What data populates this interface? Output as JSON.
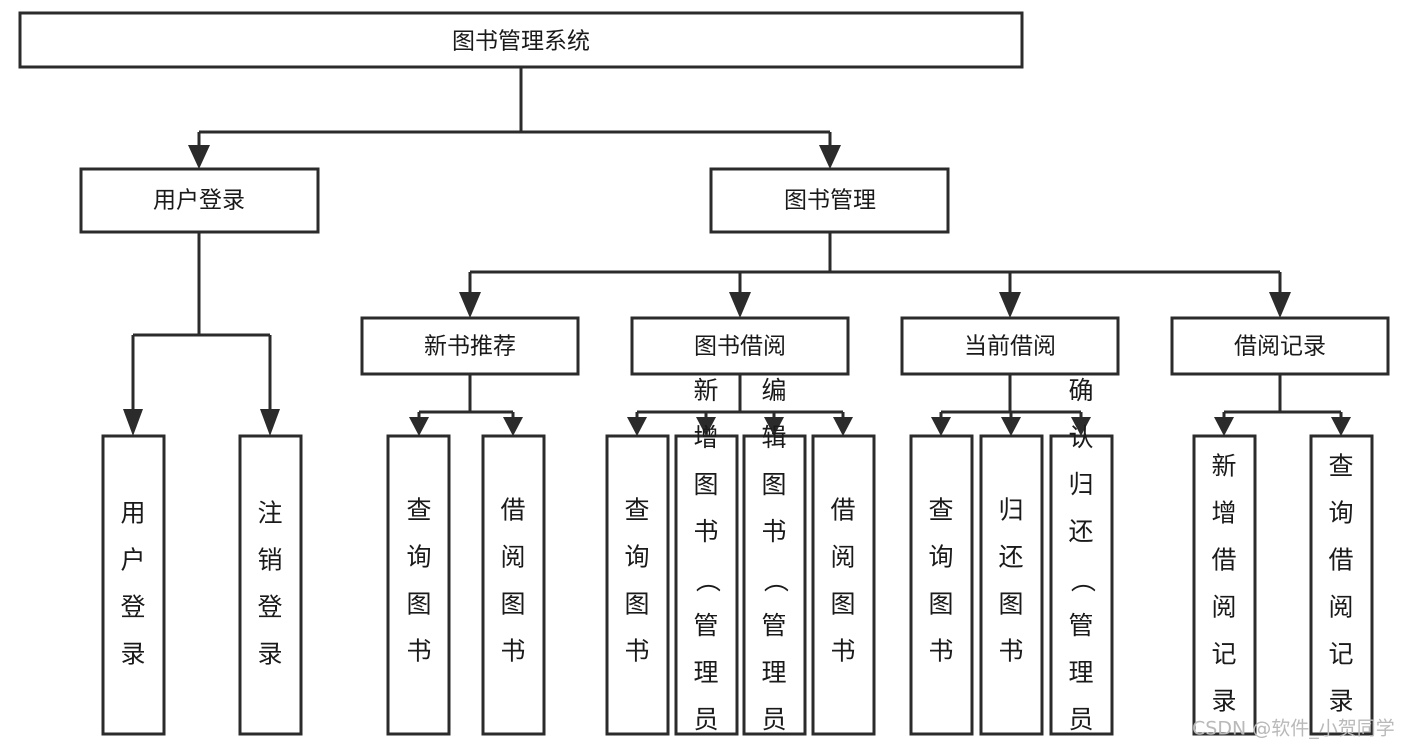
{
  "diagram": {
    "type": "tree-hierarchy-flowchart",
    "orientation": "top-down",
    "title_node": {
      "label": "图书管理系统",
      "id": "root"
    },
    "level2": [
      {
        "id": "user-login",
        "label": "用户登录"
      },
      {
        "id": "book-management",
        "label": "图书管理"
      }
    ],
    "level3": [
      {
        "id": "new-book-recommend",
        "label": "新书推荐",
        "parent": "book-management"
      },
      {
        "id": "book-borrow",
        "label": "图书借阅",
        "parent": "book-management"
      },
      {
        "id": "current-borrow",
        "label": "当前借阅",
        "parent": "book-management"
      },
      {
        "id": "borrow-record",
        "label": "借阅记录",
        "parent": "book-management"
      }
    ],
    "leaves": [
      {
        "id": "leaf-user-login",
        "label": "用户登录",
        "parent": "user-login"
      },
      {
        "id": "leaf-logout-login",
        "label": "注销登录",
        "parent": "user-login"
      },
      {
        "id": "leaf-query-book-1",
        "label": "查询图书",
        "parent": "new-book-recommend"
      },
      {
        "id": "leaf-borrow-book-1",
        "label": "借阅图书",
        "parent": "new-book-recommend"
      },
      {
        "id": "leaf-query-book-2",
        "label": "查询图书",
        "parent": "book-borrow"
      },
      {
        "id": "leaf-add-book-admin",
        "label": "新增图书（管理员）",
        "parent": "book-borrow"
      },
      {
        "id": "leaf-edit-book-admin",
        "label": "编辑图书（管理员）",
        "parent": "book-borrow"
      },
      {
        "id": "leaf-borrow-book-2",
        "label": "借阅图书",
        "parent": "book-borrow"
      },
      {
        "id": "leaf-query-book-3",
        "label": "查询图书",
        "parent": "current-borrow"
      },
      {
        "id": "leaf-return-book",
        "label": "归还图书",
        "parent": "current-borrow"
      },
      {
        "id": "leaf-confirm-return-admin",
        "label": "确认归还（管理员）",
        "parent": "current-borrow"
      },
      {
        "id": "leaf-add-borrow-record",
        "label": "新增借阅记录",
        "parent": "borrow-record"
      },
      {
        "id": "leaf-query-borrow-record",
        "label": "查询借阅记录",
        "parent": "borrow-record"
      }
    ]
  },
  "watermark": {
    "text": "CSDN @软件_小贺同学"
  },
  "colors": {
    "background": "#ffffff",
    "node_fill": "#ffffff",
    "node_stroke": "#2b2b2b",
    "connector": "#2b2b2b",
    "text": "#1a1a1a",
    "watermark": "#b9b9b9"
  }
}
